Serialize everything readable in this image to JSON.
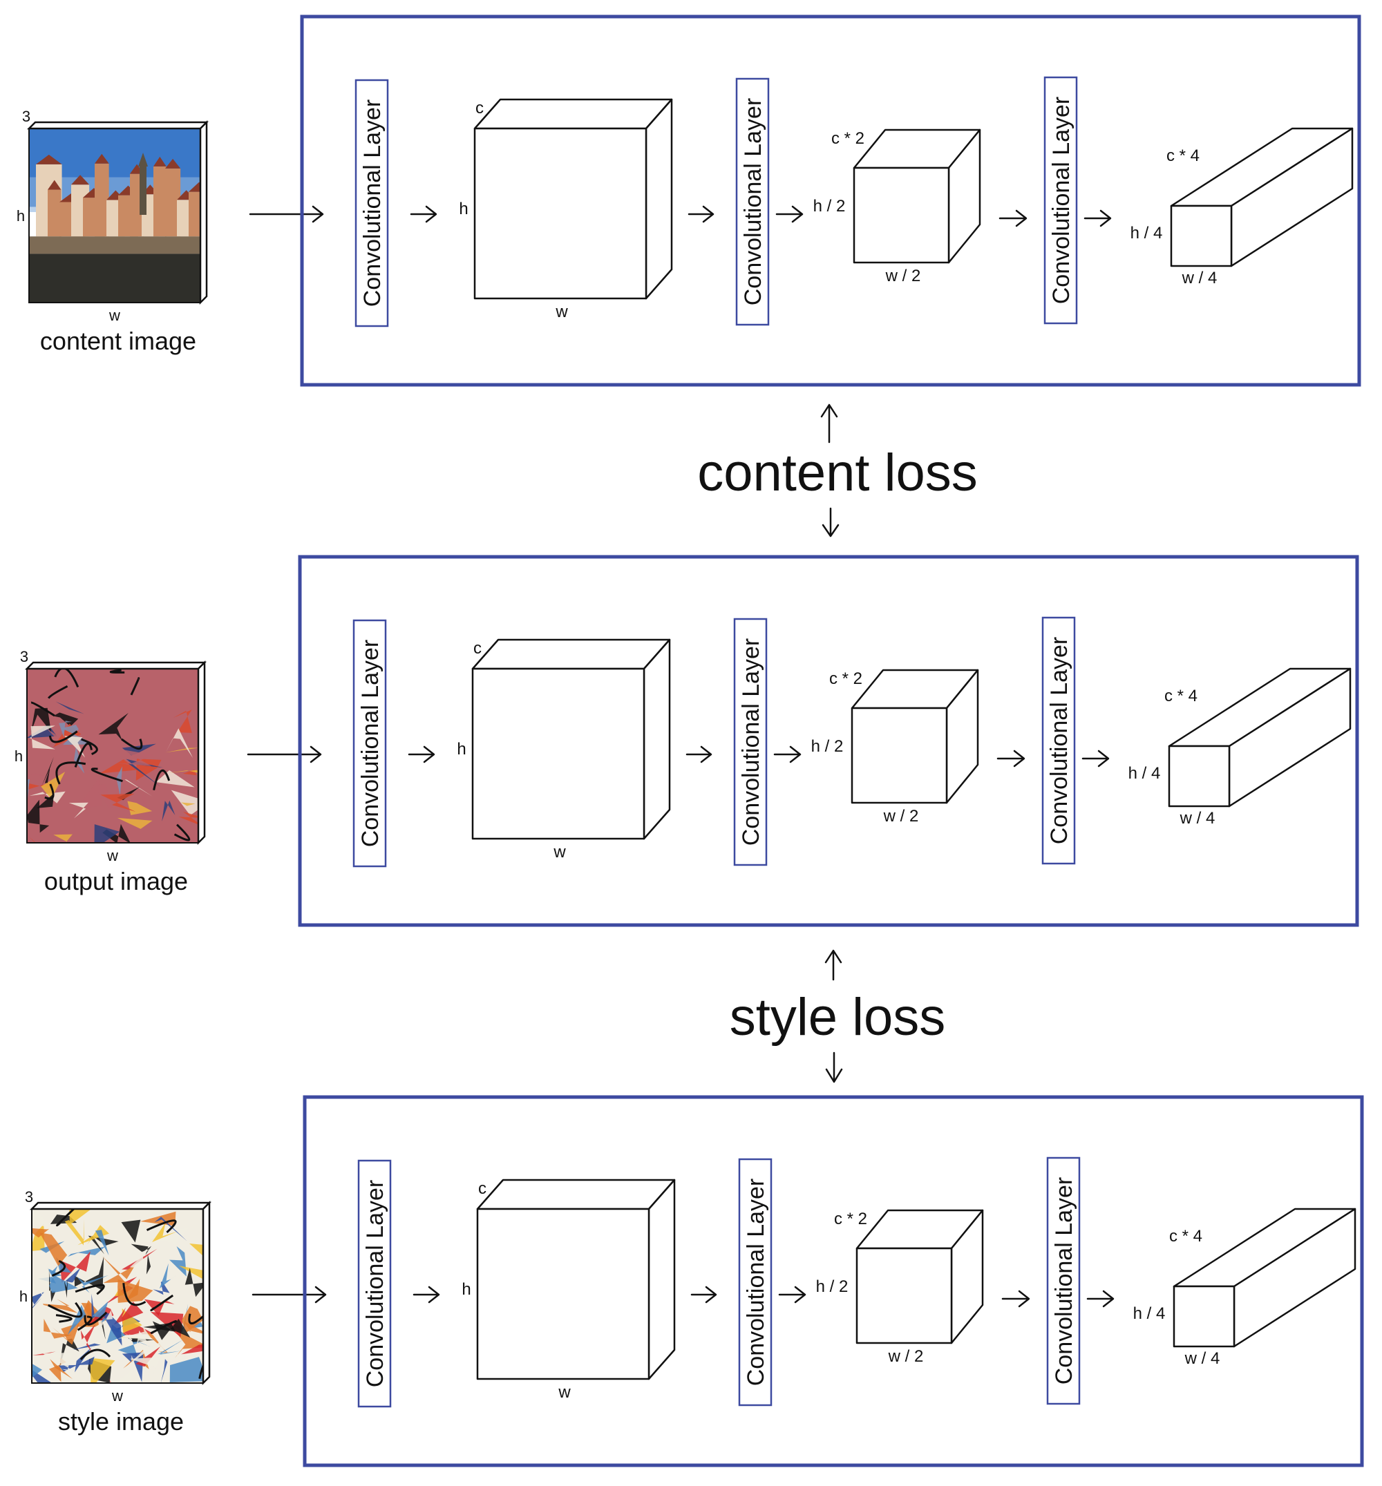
{
  "rows": [
    {
      "image_label": "content image",
      "image_kind": "photo of riverside town",
      "image_colors": [
        "#3a78c8",
        "#8cb2de",
        "#c98a63",
        "#e7d1b8",
        "#5c5242",
        "#2f2f2a"
      ],
      "dims": {
        "depth": "3",
        "height": "h",
        "width": "w"
      }
    },
    {
      "image_label": "output image",
      "image_kind": "stylized photo",
      "image_colors": [
        "#b8626a",
        "#7e8fb2",
        "#d84a2e",
        "#e9b23d",
        "#2d3f7a",
        "#111111",
        "#f0e6d8"
      ],
      "dims": {
        "depth": "3",
        "height": "h",
        "width": "w"
      }
    },
    {
      "image_label": "style image",
      "image_kind": "abstract painting",
      "image_colors": [
        "#d8262c",
        "#f2c232",
        "#2a4ea2",
        "#111111",
        "#f1ede2",
        "#e27a2a",
        "#4a8ac4"
      ],
      "dims": {
        "depth": "3",
        "height": "h",
        "width": "w"
      }
    }
  ],
  "layers": {
    "conv_label": "Convolutional Layer",
    "block1": {
      "depth": "c",
      "height": "h",
      "width": "w"
    },
    "block2": {
      "depth": "c * 2",
      "height": "h / 2",
      "width": "w / 2"
    },
    "block3": {
      "depth": "c * 4",
      "height": "h / 4",
      "width": "w / 4"
    }
  },
  "losses": {
    "content": "content loss",
    "style": "style loss"
  },
  "colors": {
    "panel_border": "#3d4aa0",
    "ink": "#111111"
  }
}
